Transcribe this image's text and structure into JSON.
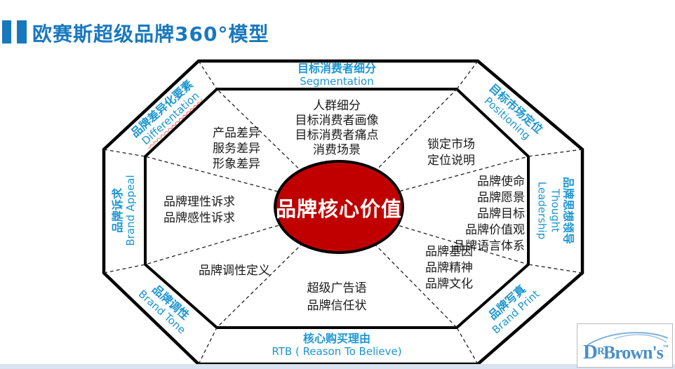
{
  "title": "欧赛斯超级品牌360°模型",
  "colors": {
    "title_blue": "#1878BE",
    "band_label_blue": "#1B96D2",
    "center_red": "#C00000"
  },
  "center_label": "品牌核心价值",
  "bands": {
    "top": {
      "zh": "目标消费者细分",
      "en": "Segmentation"
    },
    "top_right": {
      "zh": "目标市场定位",
      "en": "Positioning"
    },
    "right": {
      "zh": "品牌思想领导",
      "en_line1": "Thought",
      "en_line2": "Leadership"
    },
    "bottom_right": {
      "zh": "品牌写真",
      "en": "Brand Print"
    },
    "bottom": {
      "zh": "核心购买理由",
      "en": "RTB ( Reason To Believe)"
    },
    "bottom_left": {
      "zh": "品牌调性",
      "en": "Brand Tone"
    },
    "left": {
      "zh": "品牌诉求",
      "en": "Brand Appeal"
    },
    "top_left": {
      "zh": "品牌差异化要素",
      "en": "Differentation"
    }
  },
  "sectors": {
    "top": [
      "人群细分",
      "目标消费者画像",
      "目标消费者痛点",
      "消费场景"
    ],
    "top_left": [
      "产品差异",
      "服务差异",
      "形象差异"
    ],
    "left": [
      "品牌理性诉求",
      "品牌感性诉求"
    ],
    "bottom_left": [
      "品牌调性定义"
    ],
    "bottom": [
      "超级广告语",
      "品牌信任状"
    ],
    "bottom_right": [
      "品牌基因",
      "品牌精神",
      "品牌文化"
    ],
    "right": [
      "品牌使命",
      "品牌愿景",
      "品牌目标",
      "品牌价值观",
      "品牌语言体系"
    ],
    "top_right": [
      "锁定市场",
      "定位说明"
    ]
  },
  "logo": {
    "d": "D",
    "r": "R",
    "rest": "Brown's",
    "mark": "™"
  }
}
